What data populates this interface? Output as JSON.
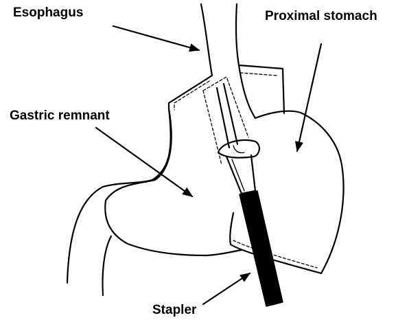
{
  "labels": {
    "esophagus": "Esophagus",
    "proximal_stomach": "Proximal stomach",
    "gastric_remnant": "Gastric remnant",
    "stapler": "Stapler"
  },
  "colors": {
    "ink": "#000000",
    "background": "#ffffff"
  }
}
